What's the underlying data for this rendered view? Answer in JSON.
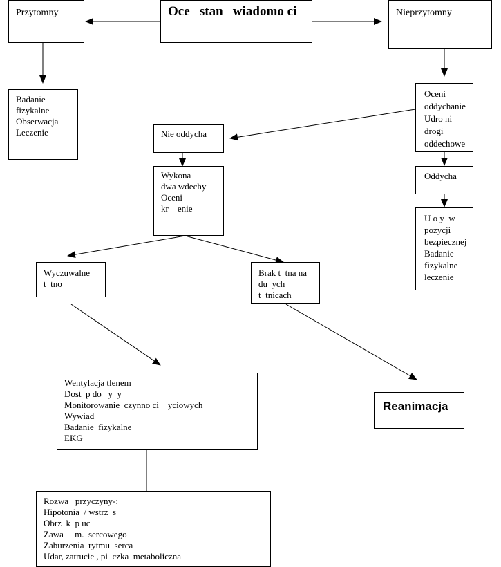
{
  "nodes": {
    "title": {
      "text": "Oce   stan   wiadomo ci"
    },
    "conscious": {
      "text": "Przytomny"
    },
    "unconscious": {
      "text": "Nieprzytomny"
    },
    "conscious_actions": {
      "lines": [
        "Badanie",
        "fizykalne",
        "Obserwacja",
        "Leczenie"
      ]
    },
    "assess_breathing": {
      "lines": [
        "Oceni",
        "oddychanie",
        "Udro ni",
        "drogi",
        "oddechowe"
      ]
    },
    "not_breathing": {
      "text": "Nie oddycha"
    },
    "breathing": {
      "text": "Oddycha"
    },
    "recovery": {
      "lines": [
        "U o y  w",
        "pozycji",
        "bezpiecznej",
        "Badanie",
        "fizykalne",
        "leczenie"
      ]
    },
    "two_breaths": {
      "lines": [
        "Wykona",
        "dwa wdechy",
        "Oceni",
        "kr    enie"
      ]
    },
    "pulse_present": {
      "lines": [
        "Wyczuwalne",
        "t  tno"
      ]
    },
    "no_pulse": {
      "lines": [
        "Brak t  tna na",
        "du  ych",
        "t  tnicach"
      ]
    },
    "treatment": {
      "lines": [
        "Wentylacja tlenem",
        "Dost  p do   y  y",
        "Monitorowanie  czynno ci    yciowych",
        "Wywiad",
        "Badanie  fizykalne",
        "EKG"
      ]
    },
    "resuscitation": {
      "text": "Reanimacja"
    },
    "causes": {
      "lines": [
        "Rozwa   przyczyny-:",
        "Hipotonia  / wstrz  s",
        "Obrz  k  p uc",
        "Zawa     m.  sercowego",
        "Zaburzenia  rytmu  serca",
        "Udar, zatrucie , pi  czka  metaboliczna"
      ]
    }
  }
}
